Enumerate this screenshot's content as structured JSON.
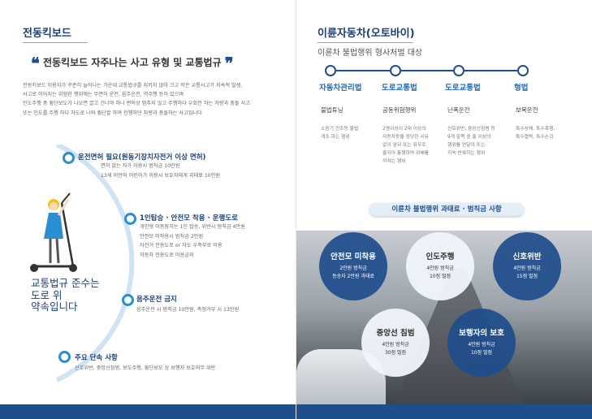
{
  "left_page": {
    "section_title": "전동킥보드",
    "quote_title": "전동킥보드 자주나는 사고 유형 및 교통법규",
    "body_lines": [
      "전동킥보드 이용자가 꾸준히 늘어나는 가운데 교통법규를 지키지 않아 크고 작은 교통사고가 지속적 발생,",
      "사고로 이어지는 위험한 행위에는 무면허 운전, 음주운전, 역주행 등이 있으며",
      "인도주행 중 횡단보도가 나오면 끌고 건너야 하나 편의상 멈추지 않고 주행하다 우회전 하는 차량과 충돌 사고",
      "또는 인도를 주행 하다 차도로 나와 횡단할 하며 진행하던 차량과 충돌하는 사고입니다"
    ],
    "rules": [
      {
        "title": "운전면허 필요(원동기장치자전거 이상 면허)",
        "desc": [
          "면허 없는 자가 이용시 범칙금 10만원",
          "13세 미만의 어린이가 이용시 보호자에게 과태료 10만원"
        ]
      },
      {
        "title": "1인탑승 · 안전모 착용 · 운행도로",
        "desc": [
          "개인형 이동장치는 1인 탑승, 위반시 범칙금 4만원",
          "안전모 미착용시 범칙금 2만원",
          "자전거 전용도로 or 차도 우측부로 이용",
          "자동차 전용도로 이용금지"
        ]
      },
      {
        "title": "음주운전 금지",
        "desc": [
          "음주운전 시 범칙금 10만원, 측정거부 시 13만원"
        ]
      },
      {
        "title": "주요 단속 사항",
        "desc": [
          "신호위반, 중앙선침범, 보도주행, 횡단보도 상 보행자 보호의무 위반"
        ]
      }
    ],
    "pledge": [
      "교통법규 준수는",
      "도로 위",
      "약속입니다"
    ]
  },
  "right_page": {
    "section_title": "이륜자동차(오토바이)",
    "subtitle": "이륜차 불법행위 형사처벌 대상",
    "laws": [
      {
        "law": "자동차관리법",
        "act": "불법튜닝",
        "desc": [
          "소음기 전조등 불법",
          "개조 하는 행위"
        ]
      },
      {
        "law": "도로교통법",
        "act": "공동위험행위",
        "desc": [
          "2명이상이 2대 이상의",
          "자동차등을 정당한 사유",
          "없이 앞뒤 또는 좌우로",
          "줄지어 통행하며 위해를",
          "끼치는 행위"
        ]
      },
      {
        "law": "도로교통법",
        "act": "난폭운전",
        "desc": [
          "신호위반, 중앙선침범 등",
          "9개 항목 중 둘 이상의",
          "행위를 연달아 또는",
          "지속·반복하는 행위"
        ]
      },
      {
        "law": "형법",
        "act": "보복운전",
        "desc": [
          "특수상해, 특수폭행,",
          "특수협박, 특수손괴"
        ]
      }
    ],
    "fines_title": "이륜차 불법행위 과태료 · 범칙금 사항",
    "fines": [
      {
        "title": "안전모 미착용",
        "lines": [
          "2만원 범칙금",
          "동승자 2만원 과태료"
        ],
        "style": "dark"
      },
      {
        "title": "인도주행",
        "lines": [
          "4만원 범칙금",
          "10점 벌점"
        ],
        "style": "light"
      },
      {
        "title": "신호위반",
        "lines": [
          "4만원 범칙금",
          "15점 벌점"
        ],
        "style": "dark"
      },
      {
        "title": "중앙선 침범",
        "lines": [
          "4만원 범칙금",
          "30점 벌점"
        ],
        "style": "light"
      },
      {
        "title": "보행자의 보호",
        "lines": [
          "4만원 범칙금",
          "10점 벌점"
        ],
        "style": "dark"
      }
    ]
  },
  "colors": {
    "brand": "#1f4e8c",
    "accent": "#2b8ed1",
    "light_circle": "#f0f6fc"
  }
}
